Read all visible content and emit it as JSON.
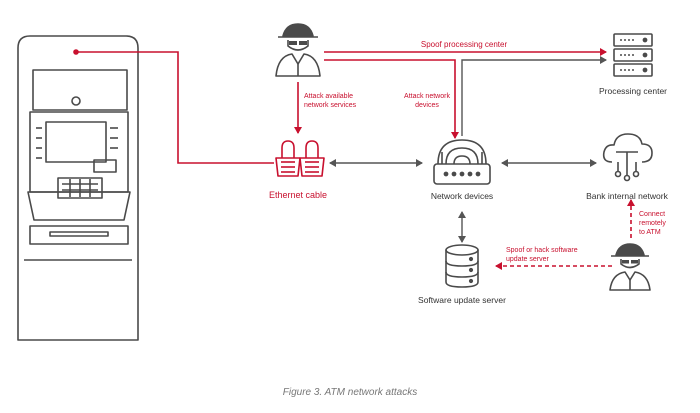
{
  "labels": {
    "spoof_processing_center": "Spoof processing center",
    "attack_available_line1": "Attack available",
    "attack_available_line2": "network services",
    "attack_network_line1": "Attack network",
    "attack_network_line2": "devices",
    "ethernet_cable": "Ethernet cable",
    "network_devices": "Network devices",
    "processing_center": "Processing center",
    "bank_internal_network": "Bank internal network",
    "connect_line1": "Connect",
    "connect_line2": "remotely",
    "connect_line3": "to ATM",
    "spoof_hack_line1": "Spoof or hack software",
    "spoof_hack_line2": "update server",
    "software_update_server": "Software update server"
  },
  "caption": "Figure 3. ATM network attacks",
  "colors": {
    "attack": "#c8102e",
    "line": "#555555",
    "icon": "#4a4a4a",
    "caption": "#777777"
  },
  "icons": {
    "atm": "atm-icon",
    "hacker_top": "hacker-icon",
    "hacker_bottom": "hacker-icon",
    "ethernet": "ethernet-cable-icon",
    "router": "router-icon",
    "server_stack": "server-icon",
    "cloud": "cloud-network-icon",
    "database": "database-server-icon"
  }
}
